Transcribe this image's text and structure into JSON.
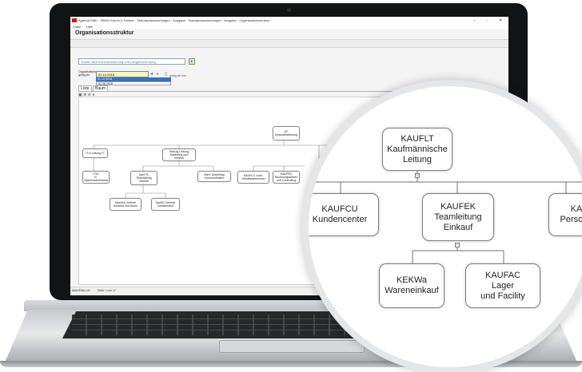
{
  "window": {
    "title": "Agenda FIBU · 99993 Gmom & Partner · Standardauswertungen · Ausgabe · Standardauswertungen · Ausgabe · Organisationsstruktur",
    "controls": [
      "–",
      "▫",
      "✕"
    ]
  },
  "menu": {
    "items": [
      "Datei",
      "Hilfe"
    ]
  },
  "page": {
    "title": "Organisationsstruktur"
  },
  "search": {
    "placeholder": "Suche nach Kurzbezeichnung und Langbezeichnung"
  },
  "validity": {
    "label": "Organisationsstruktur\ngültig ab:",
    "value": "01.10.2016",
    "options": [
      "01.10.2016",
      "01.06.2016"
    ],
    "selected": "01.10.2016",
    "hint": "gültig ab 'neu"
  },
  "tabs": [
    {
      "label": "Liste"
    },
    {
      "label": "Baum"
    }
  ],
  "status": {
    "left": "Aktiv/Filter ein",
    "page": "Seite 1 von 17"
  },
  "org": {
    "gf": {
      "code": "GF",
      "name": "Geschäftsführung"
    },
    "itlt": {
      "code": "ITLt",
      "name": "Leitung IT"
    },
    "itsv": {
      "code": "ITSv",
      "name": "IT-Systemadministrat"
    },
    "marlt": {
      "code": "MarLtg",
      "name": "Leitung\nMarketing und\nVertrieb"
    },
    "martl": {
      "code": "MarVTL",
      "name": "Teamleitung\nVertrieb"
    },
    "marvaa": {
      "code": "MarVAA",
      "name": "Vertrieb\nAmerika und Asien"
    },
    "marvd": {
      "code": "MarVD",
      "name": "Vertrieb\nDeutschland"
    },
    "markk": {
      "code": "MarK",
      "name": "Marketing\nKommunikation"
    },
    "kaufl": {
      "code": "KAUFLG",
      "name": "Lohn-\nGehaltsabrechnun"
    },
    "kaufrc": {
      "code": "KAUFRC",
      "name": "Rechnungswesen\nund Controlling"
    }
  },
  "magnifier": {
    "kauflt": {
      "code": "KAUFLT",
      "name": "Kaufmännische\nLeitung"
    },
    "kaufcu": {
      "code": "KAUFCU",
      "name": "Kundencenter"
    },
    "kaufek": {
      "code": "KAUFEK",
      "name": "Teamleitung\nEinkauf"
    },
    "kekwa": {
      "code": "KEKWa",
      "name": "Wareneinkauf"
    },
    "kaufac": {
      "code": "KAUFAC",
      "name": "Lager\nund Facility"
    },
    "kap": {
      "code": "KA",
      "name": "Persona"
    }
  }
}
